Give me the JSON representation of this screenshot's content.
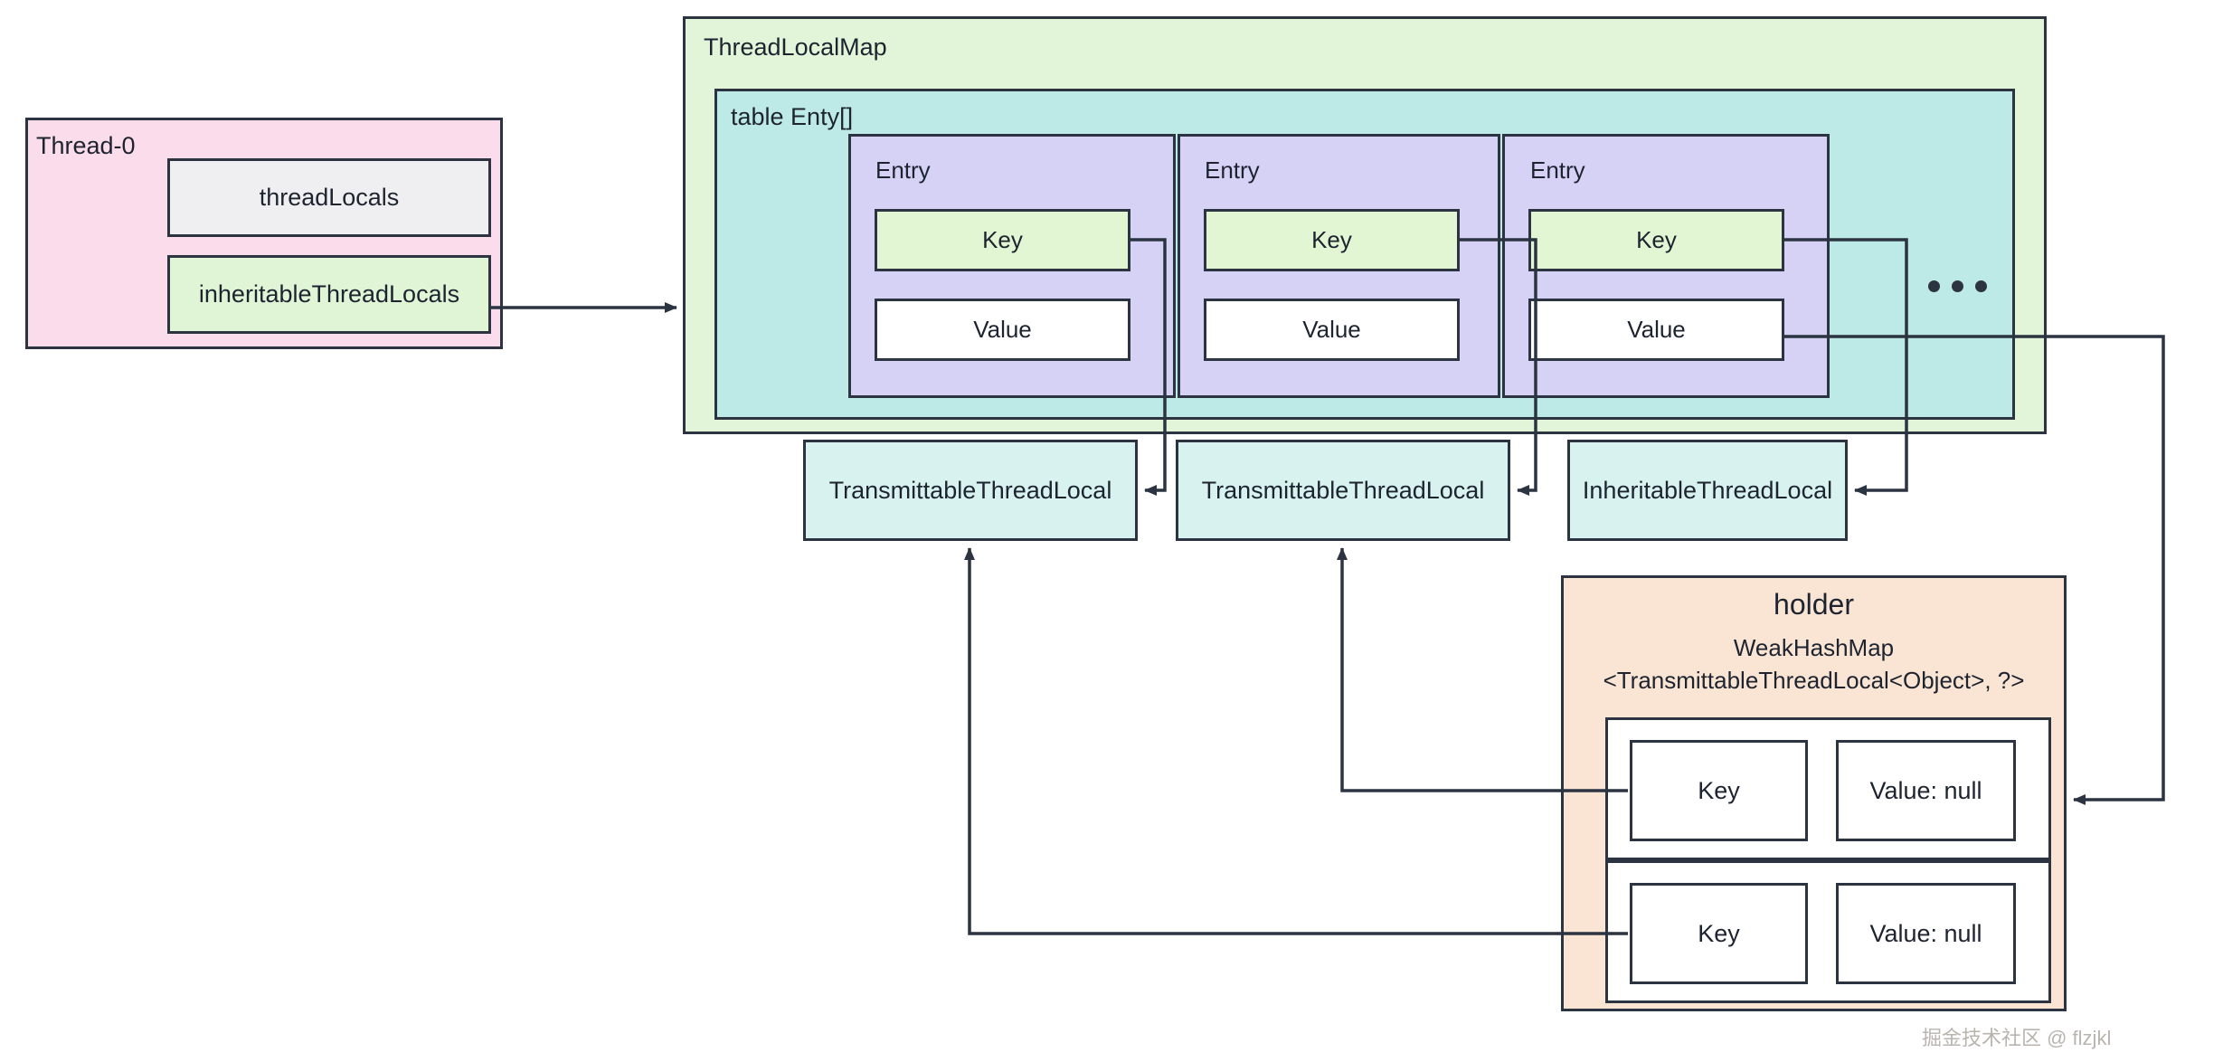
{
  "diagram": {
    "title_thread": "Thread-0",
    "thread": {
      "label": "Thread-0",
      "fields": [
        {
          "label": "threadLocals"
        },
        {
          "label": "inheritableThreadLocals"
        }
      ]
    },
    "threadlocalmap": {
      "label": "ThreadLocalMap",
      "table": {
        "label": "table Enty[]",
        "ellipsis": "• • •",
        "entries": [
          {
            "label": "Entry",
            "key": "Key",
            "value": "Value"
          },
          {
            "label": "Entry",
            "key": "Key",
            "value": "Value"
          },
          {
            "label": "Entry",
            "key": "Key",
            "value": "Value"
          }
        ]
      }
    },
    "threadlocals": [
      {
        "label": "TransmittableThreadLocal"
      },
      {
        "label": "TransmittableThreadLocal"
      },
      {
        "label": "InheritableThreadLocal"
      }
    ],
    "holder": {
      "title": "holder",
      "subtitle_line1": "WeakHashMap",
      "subtitle_line2": "<TransmittableThreadLocal<Object>, ?>",
      "rows": [
        {
          "key": "Key",
          "value": "Value: null"
        },
        {
          "key": "Key",
          "value": "Value: null"
        }
      ]
    },
    "watermark": "掘金技术社区 @ flzjkl",
    "colors": {
      "stroke": "#2b3440",
      "thread_fill": "#fadcea",
      "map_fill": "#e2f5d9",
      "table_fill": "#bdeae6",
      "entry_fill": "#d5d2f6",
      "key_fill": "#e3f6d4",
      "value_fill": "#ffffff",
      "threadlocal_fill": "#d8f3ef",
      "holder_fill": "#fae5d4",
      "threadlocals_field_fill": "#efeff1"
    }
  }
}
